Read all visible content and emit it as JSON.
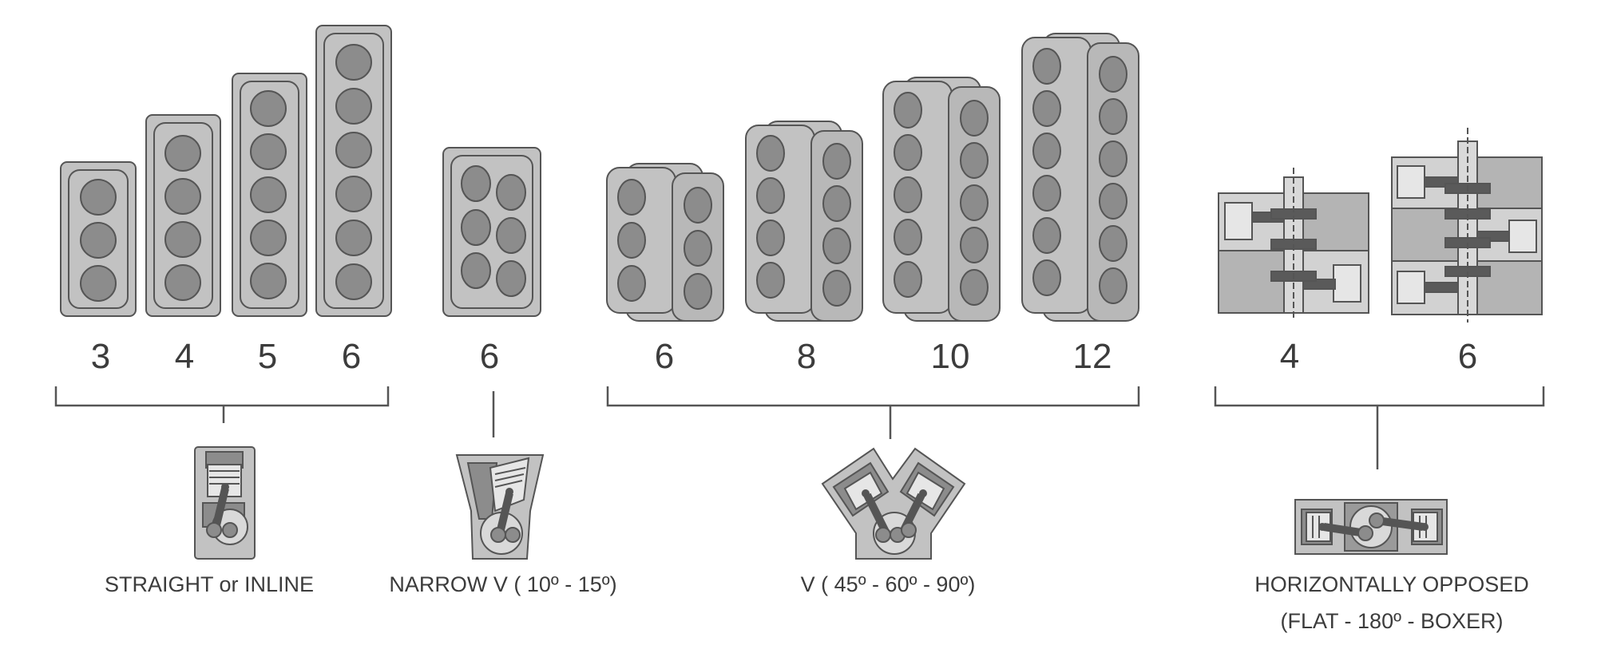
{
  "inline": {
    "counts": [
      "3",
      "4",
      "5",
      "6"
    ],
    "label": "STRAIGHT or INLINE"
  },
  "narrow_v": {
    "count": "6",
    "label": "NARROW V ( 10º - 15º)"
  },
  "v": {
    "counts": [
      "6",
      "8",
      "10",
      "12"
    ],
    "label": "V ( 45º - 60º - 90º)"
  },
  "flat": {
    "counts": [
      "4",
      "6"
    ],
    "label_line1": "HORIZONTALLY OPPOSED",
    "label_line2": "(FLAT - 180º - BOXER)"
  },
  "colors": {
    "block_fill": "#c2c2c2",
    "cylinder_fill": "#8c8c8c",
    "outline": "#555555",
    "dark": "#5a5a5a",
    "light": "#d9d9d9",
    "text": "#3c3c3c"
  }
}
